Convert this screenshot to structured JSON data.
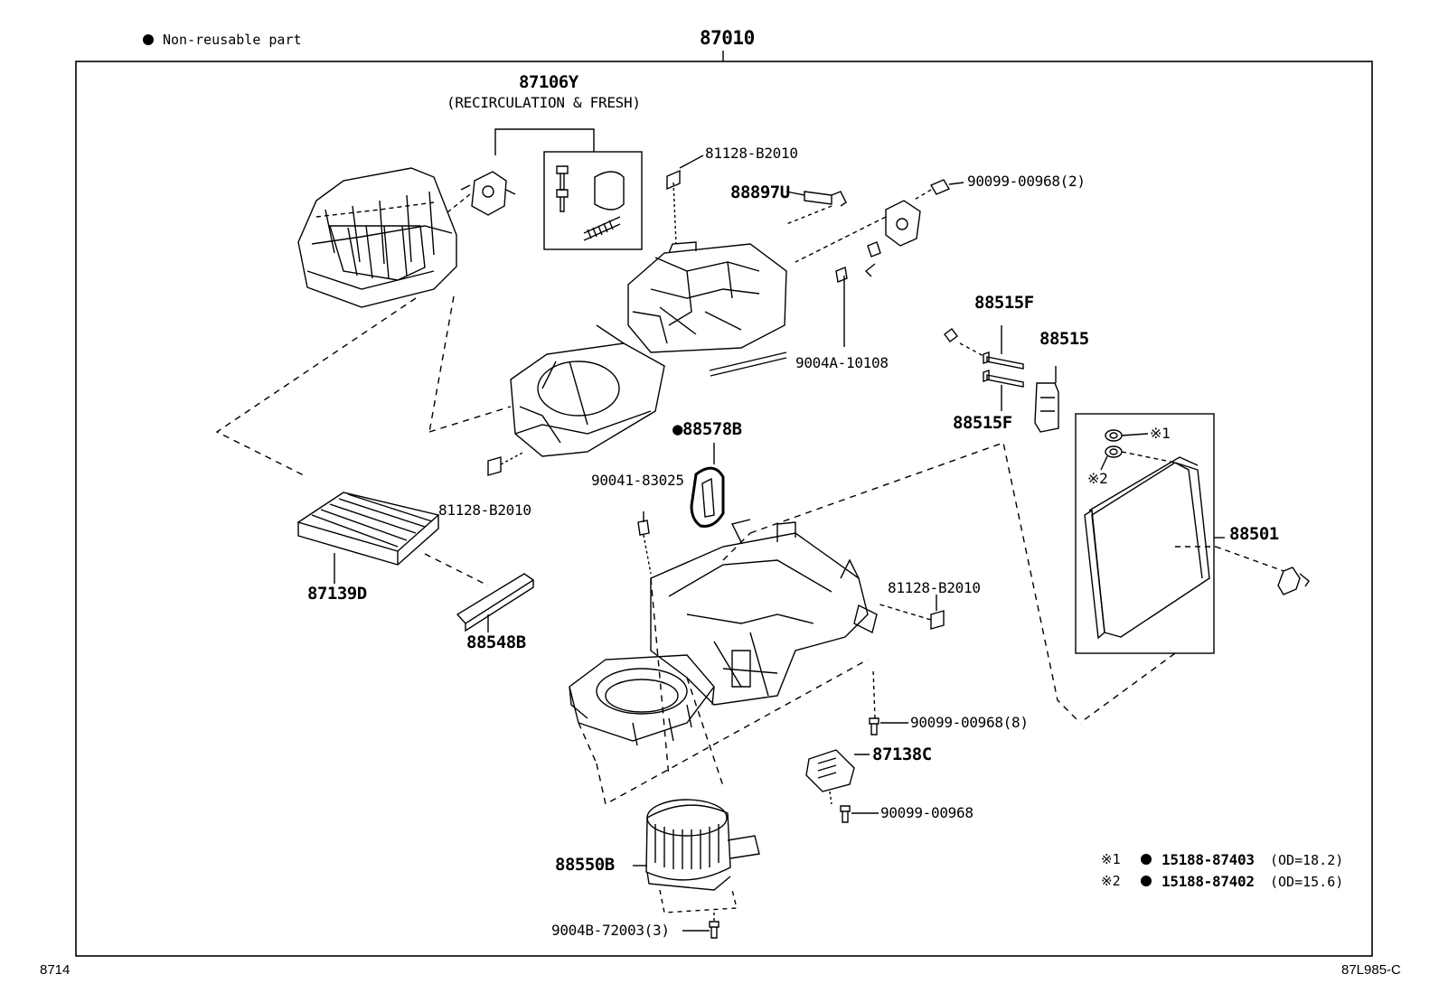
{
  "legend": {
    "symbol": "●",
    "text": "Non-reusable part"
  },
  "assembly_number": "87010",
  "footer": {
    "left": "8714",
    "right": "87L985-C"
  },
  "callouts": {
    "p87106y": "87106Y",
    "p87106y_sub": "(RECIRCULATION & FRESH)",
    "p81128_top": "81128-B2010",
    "p88897u": "88897U",
    "p90099_2": "90099-00968(2)",
    "p9004a": "9004A-10108",
    "p88515f_top": "88515F",
    "p88515": "88515",
    "p88515f_bot": "88515F",
    "p1": "※1",
    "p2": "※2",
    "p88578b": "●88578B",
    "p90041": "90041-83025",
    "p81128_mid": "81128-B2010",
    "p87139d": "87139D",
    "p88548b": "88548B",
    "p88501": "88501",
    "p81128_right": "81128-B2010",
    "p90099_8": "90099-00968(8)",
    "p87138c": "87138C",
    "p90099": "90099-00968",
    "p88550b": "88550B",
    "p9004b": "9004B-72003(3)"
  },
  "notes": [
    {
      "mark": "※1",
      "dot": "●",
      "part": "15188-87403",
      "spec": "(OD=18.2)"
    },
    {
      "mark": "※2",
      "dot": "●",
      "part": "15188-87402",
      "spec": "(OD=15.6)"
    }
  ]
}
